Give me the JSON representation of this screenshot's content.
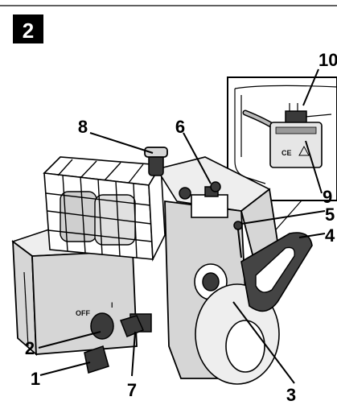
{
  "figure": {
    "number": "2"
  },
  "inset": {
    "ce_mark": "CE"
  },
  "engine": {
    "switch_off": "OFF",
    "switch_on": "I"
  },
  "callouts": {
    "c1": "1",
    "c2": "2",
    "c3": "3",
    "c4": "4",
    "c5": "5",
    "c6": "6",
    "c7": "7",
    "c8": "8",
    "c9": "9",
    "c10": "10"
  }
}
